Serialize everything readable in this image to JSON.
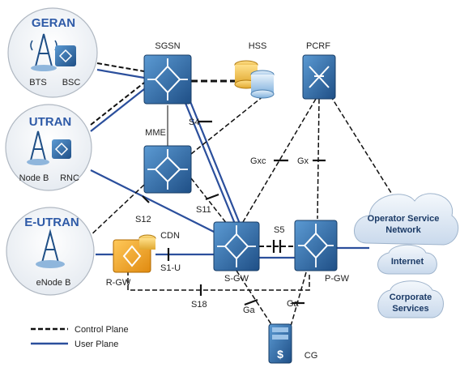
{
  "ran": {
    "geran": {
      "title": "GERAN",
      "left": "BTS",
      "right": "BSC"
    },
    "utran": {
      "title": "UTRAN",
      "left": "Node B",
      "right": "RNC"
    },
    "eutran": {
      "title": "E-UTRAN",
      "left": "eNode B"
    }
  },
  "nodes": {
    "sgsn": "SGSN",
    "hss": "HSS",
    "pcrf": "PCRF",
    "mme": "MME",
    "rgw": "R-GW",
    "cdn": "CDN",
    "sgw": "S-GW",
    "pgw": "P-GW",
    "cg": "CG"
  },
  "interfaces": {
    "s4": "S4",
    "s11": "S11",
    "s12": "S12",
    "s1u": "S1-U",
    "s5": "S5",
    "s18": "S18",
    "gxc": "Gxc",
    "gx": "Gx",
    "ga_sgw": "Ga",
    "ga_pgw": "Ga"
  },
  "clouds": {
    "operator": [
      "Operator Service",
      "Network"
    ],
    "internet": "Internet",
    "corporate": [
      "Corporate",
      "Services"
    ]
  },
  "legend": {
    "control": "Control Plane",
    "user": "User Plane"
  },
  "colors": {
    "user_plane": "#2b4f9c",
    "control_plane": "#111111",
    "node_blue": "#2f6fae",
    "node_orange": "#f0a21c",
    "cloud_fill": "#e6eef7",
    "ran_title": "#2e5aa7"
  }
}
